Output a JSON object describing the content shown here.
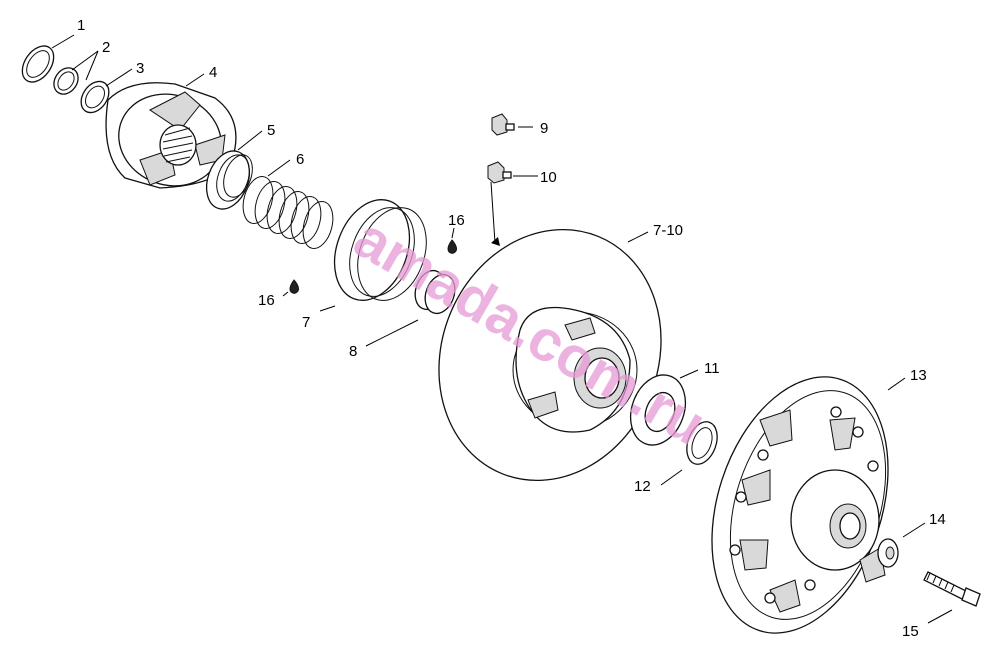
{
  "diagram": {
    "watermark": "amada.com.ru",
    "callouts": [
      {
        "id": "c1",
        "text": "1"
      },
      {
        "id": "c2",
        "text": "2"
      },
      {
        "id": "c3",
        "text": "3"
      },
      {
        "id": "c4",
        "text": "4"
      },
      {
        "id": "c5",
        "text": "5"
      },
      {
        "id": "c6",
        "text": "6"
      },
      {
        "id": "c7",
        "text": "7"
      },
      {
        "id": "c8",
        "text": "8"
      },
      {
        "id": "c9",
        "text": "9"
      },
      {
        "id": "c10",
        "text": "10"
      },
      {
        "id": "c7_10",
        "text": "7-10"
      },
      {
        "id": "c11",
        "text": "11"
      },
      {
        "id": "c12",
        "text": "12"
      },
      {
        "id": "c13",
        "text": "13"
      },
      {
        "id": "c14",
        "text": "14"
      },
      {
        "id": "c15",
        "text": "15"
      },
      {
        "id": "c16a",
        "text": "16"
      },
      {
        "id": "c16b",
        "text": "16"
      }
    ]
  }
}
